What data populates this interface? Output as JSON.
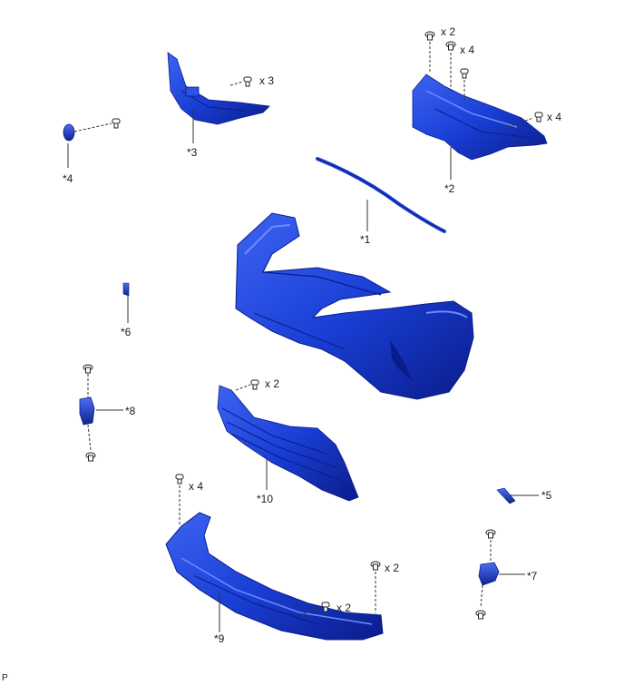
{
  "parts": {
    "p1": "*1",
    "p2": "*2",
    "p3": "*3",
    "p4": "*4",
    "p5": "*5",
    "p6": "*6",
    "p7": "*7",
    "p8": "*8",
    "p9": "*9",
    "p10": "*10"
  },
  "quantities": {
    "q_p3_screw": "x 3",
    "q_p2_top": "x 2",
    "q_p2_mid": "x 4",
    "q_p2_side": "x 4",
    "q_p10_screw": "x 2",
    "q_p9_clip": "x 4",
    "q_p9_side": "x 2",
    "q_p9_bottom": "x 2"
  },
  "corner_mark": "P",
  "colors": {
    "part_fill": "#1a3fd6",
    "part_dark": "#0b1f8f",
    "part_light": "#4a6cf0",
    "line": "#333333"
  }
}
